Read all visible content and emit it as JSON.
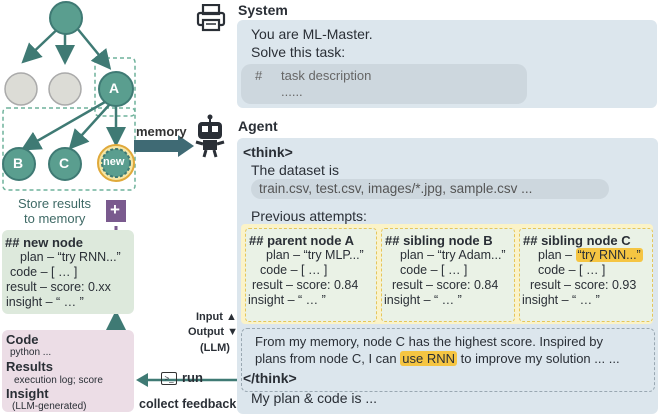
{
  "tree": {
    "node_a": "A",
    "node_b": "B",
    "node_c": "C",
    "node_new": "new",
    "store_caption": [
      "Store results",
      "to memory"
    ],
    "plus": "+"
  },
  "memory_label": "memory",
  "new_node": {
    "title": "## new node",
    "plan": "plan – “try RNN...”",
    "code": "code – [ … ]",
    "result": "result – score: 0.xx",
    "insight": "insight – “ … ”"
  },
  "feedback": {
    "code_label": "Code",
    "code_sub": "python ...",
    "results_label": "Results",
    "results_sub": "execution log; score",
    "insight_label": "Insight",
    "insight_sub": "(LLM-generated)"
  },
  "run_label": "run",
  "collect_label": "collect feedback",
  "system": {
    "title": "System",
    "line1": "You are ML-Master.",
    "line2": "Solve this task:",
    "hash": "#",
    "task": "task description",
    "dots": "......"
  },
  "agent": {
    "title": "Agent",
    "think_open": "<think>",
    "dataset_intro": "The dataset is",
    "files": "train.csv, test.csv, images/*.jpg, sample.csv ...",
    "prev_attempts": "Previous attempts:",
    "cards": [
      {
        "title": "## parent node A",
        "plan_prefix": "plan – ",
        "plan": "“try MLP...”",
        "code": "code – [ … ]",
        "result": "result – score: 0.84",
        "insight": "insight – “ … ”"
      },
      {
        "title": "## sibling node B",
        "plan_prefix": "plan – ",
        "plan": "“try Adam...”",
        "code": "code – [ … ]",
        "result": "result – score: 0.84",
        "insight": "insight – “ … ”"
      },
      {
        "title": "## sibling node C",
        "plan_prefix": "plan – ",
        "plan": "“try RNN...”",
        "code": "code – [ … ]",
        "result": "result – score: 0.93",
        "insight": "insight – “ … ”"
      }
    ],
    "output_text1": "From my memory, node C has the highest score. Inspired by",
    "output_text2a": "plans from node C, I can ",
    "output_text2b": "use RNN",
    "output_text2c": " to improve my solution ... ...",
    "think_close": "</think>",
    "final": "My plan & code is ..."
  },
  "io": {
    "input": "Input",
    "output": "Output",
    "llm": "(LLM)"
  },
  "colors": {
    "teal": "#3f7a74",
    "node_fill": "#5a9e8f",
    "grey_node": "#d2d2cc",
    "green_panel": "#dde9dc",
    "blue_panel": "#dce6ed",
    "pink_panel": "#ecdde6",
    "highlight": "#f5c542",
    "purple": "#7a5a8e"
  }
}
